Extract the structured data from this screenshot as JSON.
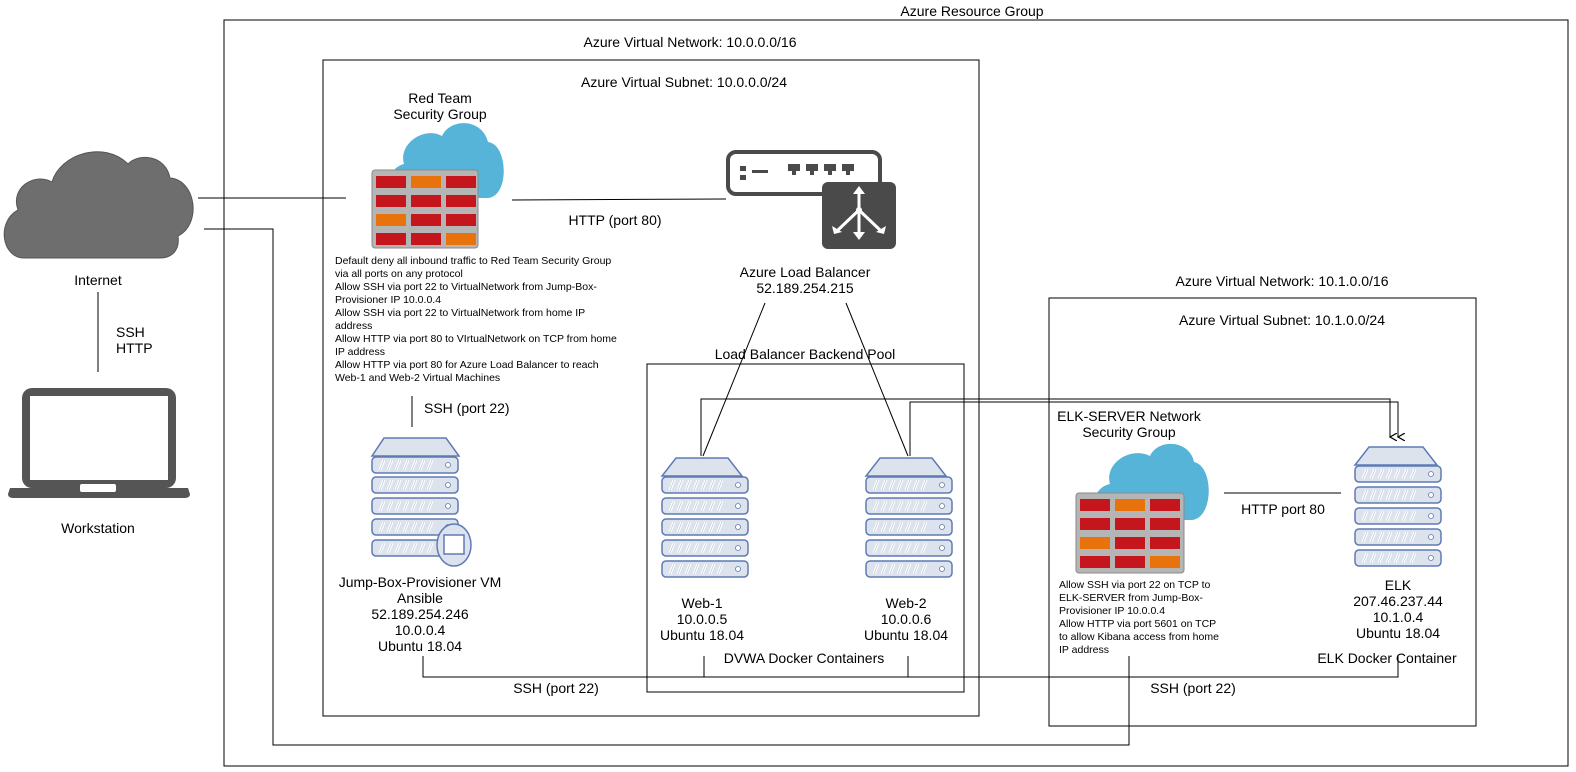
{
  "groups": {
    "resource_group": "Azure Resource Group",
    "vnet1": "Azure Virtual Network: 10.0.0.0/16",
    "subnet1": "Azure Virtual Subnet: 10.0.0.0/24",
    "backend_pool": "Load Balancer Backend Pool",
    "vnet2": "Azure Virtual Network: 10.1.0.0/16",
    "subnet2": "Azure Virtual Subnet: 10.1.0.0/24"
  },
  "nodes": {
    "internet": "Internet",
    "workstation": "Workstation",
    "red_team_nsg": [
      "Red Team",
      "Security Group"
    ],
    "load_balancer": [
      "Azure Load Balancer",
      "52.189.254.215"
    ],
    "jumpbox": [
      "Jump-Box-Provisioner VM",
      "Ansible",
      "52.189.254.246",
      "10.0.0.4",
      "Ubuntu 18.04"
    ],
    "web1": [
      "Web-1",
      "10.0.0.5",
      "Ubuntu 18.04"
    ],
    "web2": [
      "Web-2",
      "10.0.0.6",
      "Ubuntu 18.04"
    ],
    "dvwa": "DVWA Docker Containers",
    "elk_nsg": [
      "ELK-SERVER Network",
      "Security Group"
    ],
    "elk": [
      "ELK",
      "207.46.237.44",
      "10.1.0.4",
      "Ubuntu 18.04"
    ],
    "elk_container": "ELK Docker  Container"
  },
  "edges": {
    "ssh_http": [
      "SSH",
      "HTTP"
    ],
    "http_lb": "HTTP (port 80)",
    "ssh_jump": "SSH (port 22)",
    "ssh_bottom": "SSH (port 22)",
    "ssh_elk": "SSH (port 22)",
    "http_elk": "HTTP port 80"
  },
  "rules": {
    "red_team": [
      "Default deny all inbound traffic to Red Team Security Group",
      "via all ports on any protocol",
      "Allow SSH via port 22 to VirtualNetwork from Jump-Box-",
      "Provisioner IP 10.0.0.4",
      "Allow SSH via port 22 to VirtualNetwork  from home IP",
      "address",
      "Allow HTTP via port 80 to VIrtualNetwork on TCP from home",
      "IP address",
      "Allow HTTP via port 80 for Azure Load Balancer to reach",
      "Web-1 and Web-2 Virtual Machines"
    ],
    "elk": [
      "Allow SSH via port 22 on TCP to",
      "ELK-SERVER from Jump-Box-",
      "Provisioner IP 10.0.0.4",
      "Allow HTTP via port 5601 on TCP",
      "to allow Kibana access from home",
      "IP address"
    ]
  },
  "colors": {
    "cloud_gray": "#6e6e6e",
    "cloud_blue": "#56b4d9",
    "brick_red": "#c4161c",
    "brick_orange": "#e8730c",
    "server_fill": "#dde3ec",
    "server_stroke": "#5e7ab5",
    "lb_dark": "#4a4a4a"
  }
}
